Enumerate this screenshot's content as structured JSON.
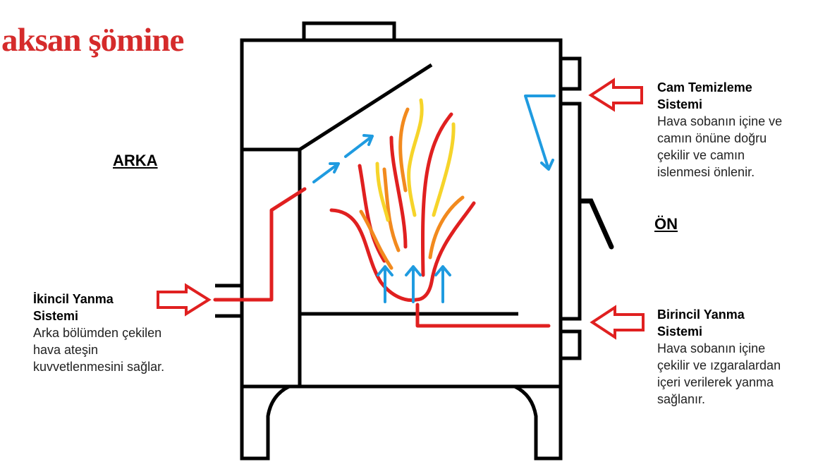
{
  "brand": {
    "logo_text": "aksan şömine",
    "color": "#d52b2b"
  },
  "labels": {
    "back": "ARKA",
    "front": "ÖN"
  },
  "callouts": {
    "secondary": {
      "title": "İkincil Yanma Sistemi",
      "desc": "Arka bölümden çekilen\nhava ateşin\nkuvvetlenmesini sağlar."
    },
    "glass": {
      "title": "Cam Temizleme Sistemi",
      "desc": "Hava sobanın içine ve\ncamın önüne doğru\nçekilir ve camın\nislenmesi önlenir."
    },
    "primary": {
      "title": "Birincil Yanma Sistemi",
      "desc": "Hava sobanın içine\nçekilir ve ızgaralardan\niçeri verilerek yanma\nsağlanır."
    }
  },
  "colors": {
    "outline": "#000000",
    "air_in": "#e02020",
    "air_flow": "#1f9be0",
    "flame_red": "#e02020",
    "flame_orange": "#f28a1e",
    "flame_yellow": "#f6d42a"
  }
}
